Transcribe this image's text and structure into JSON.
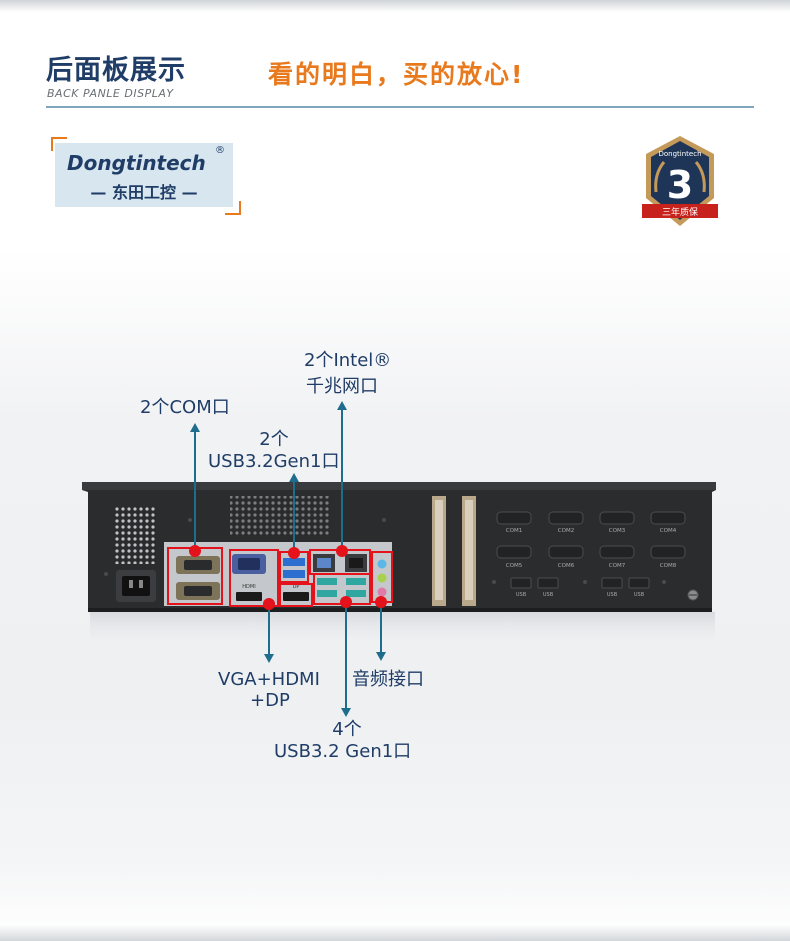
{
  "header": {
    "title": "后面板展示",
    "subtitle": "BACK PANLE DISPLAY",
    "slogan": "看的明白，买的放心!"
  },
  "brand": {
    "name": "Dongtintech",
    "registered": "®",
    "chinese": "— 东田工控 —"
  },
  "warranty_badge": {
    "number": "3",
    "ribbon": "三年质保",
    "brand": "Dongtintech"
  },
  "callouts": {
    "com": "2个COM口",
    "usb_top_line1": "2个",
    "usb_top_line2": "USB3.2Gen1口",
    "lan_line1": "2个Intel®",
    "lan_line2": "千兆网口",
    "video_line1": "VGA+HDMI",
    "video_line2": "+DP",
    "audio": "音频接口",
    "usb_bottom_line1": "4个",
    "usb_bottom_line2": "USB3.2 Gen1口"
  },
  "panel_labels": {
    "com_ports": [
      "COM1",
      "COM2",
      "COM3",
      "COM4",
      "COM5",
      "COM6",
      "COM7",
      "COM8"
    ],
    "usb_ports": [
      "USB",
      "USB",
      "USB",
      "USB"
    ],
    "hdmi": "HDMI",
    "dp": "DP"
  },
  "colors": {
    "navy": "#1f3d66",
    "accent": "#e8791c",
    "marker": "#e3121b",
    "arrow": "#1f6d8c"
  }
}
